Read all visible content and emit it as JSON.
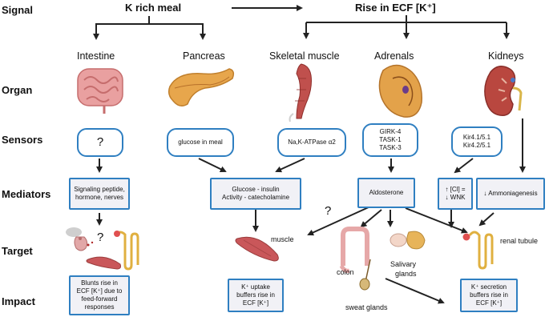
{
  "rows": {
    "signal": "Signal",
    "organ": "Organ",
    "sensors": "Sensors",
    "mediators": "Mediators",
    "target": "Target",
    "impact": "Impact"
  },
  "signals": {
    "meal": "K rich meal",
    "rise": "Rise in ECF [K⁺]"
  },
  "organs": [
    "Intestine",
    "Pancreas",
    "Skeletal muscle",
    "Adrenals",
    "Kidneys"
  ],
  "sensors": {
    "intestine": "?",
    "pancreas": "glucose in meal",
    "muscle": "Na,K-ATPase α2",
    "adrenal_lines": [
      "GIRK-4",
      "TASK-1",
      "TASK-3"
    ],
    "kidney_lines": [
      "Kir4.1/5.1",
      "Kir4.2/5.1"
    ]
  },
  "mediators": {
    "intestine_lines": [
      "Signaling peptide,",
      "hormone, nerves"
    ],
    "pancreas_muscle_lines": [
      "Glucose - insulin",
      "Activity - catecholamine"
    ],
    "adrenal": "Aldosterone",
    "kidney_cl_lines": [
      "↑ [Cl] =",
      "↓ WNK"
    ],
    "kidney_ammonia": "↓ Ammoniagenesis"
  },
  "targets": {
    "q_intestine": "?",
    "q_aldosterone": "?",
    "muscle": "muscle",
    "colon": "colon",
    "salivary_lines": [
      "Salivary",
      "glands"
    ],
    "sweat": "sweat glands",
    "renal": "renal tubule"
  },
  "impacts": {
    "intestine_lines": [
      "Blunts rise in",
      "ECF [K⁺] due to",
      "feed-forward",
      "responses"
    ],
    "muscle_lines": [
      "K⁺ uptake",
      "buffers rise in",
      "ECF [K⁺]"
    ],
    "kidney_lines": [
      "K⁺ secretion",
      "buffers rise in",
      "ECF [K⁺]"
    ]
  },
  "colors": {
    "box_border": "#2f7fc1",
    "mediator_fill": "#f1f1f6",
    "arrow": "#222222",
    "muscle": "#c0504d",
    "intestine": "#e9a0a0",
    "pancreas": "#e7a64c",
    "adrenal": "#d9903a",
    "kidney": "#b9473f",
    "tubule": "#e0b040"
  },
  "icons": [
    "intestine-icon",
    "pancreas-icon",
    "skeletal-muscle-icon",
    "adrenal-icon",
    "kidney-icon",
    "gut-cell-icon",
    "tubule-icon",
    "muscle-icon",
    "colon-icon",
    "salivary-gland-icon",
    "sweat-gland-icon",
    "renal-tubule-icon"
  ]
}
